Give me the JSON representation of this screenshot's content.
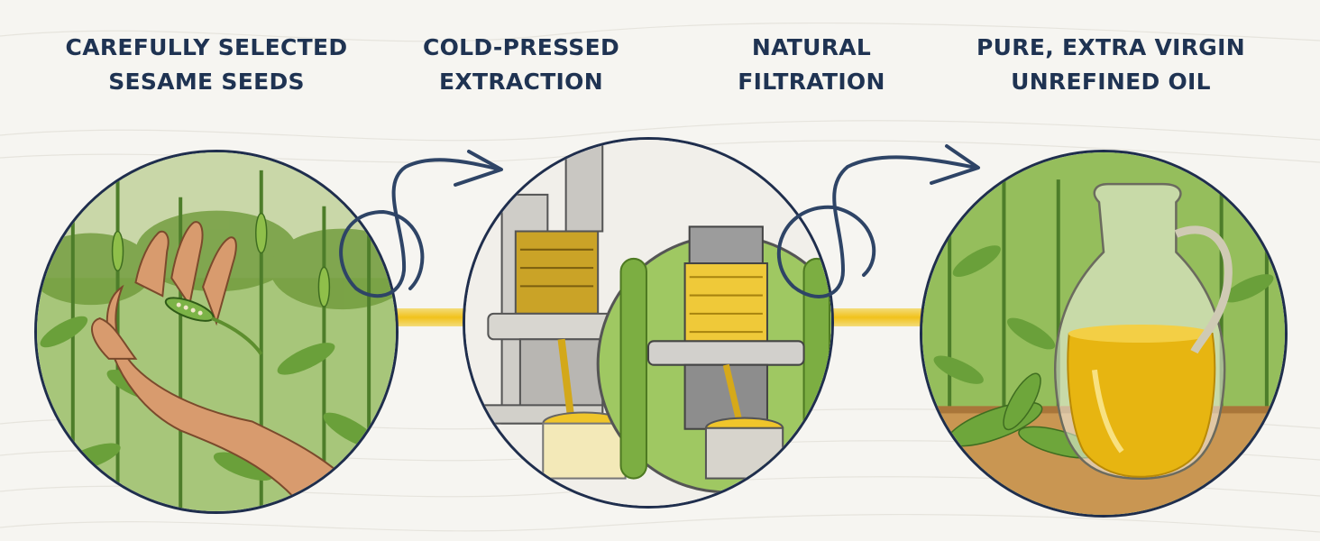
{
  "steps": [
    {
      "line1": "CAREFULLY SELECTED",
      "line2": "SESAME SEEDS",
      "image": "hand-holding-sesame-pod"
    },
    {
      "line1": "COLD-PRESSED",
      "line2": "EXTRACTION",
      "image": "oil-press"
    },
    {
      "line1": "NATURAL",
      "line2": "FILTRATION",
      "image": "filtration-press"
    },
    {
      "line1": "PURE, EXTRA VIRGIN",
      "line2": "UNREFINED OIL",
      "image": "oil-jug"
    }
  ],
  "colors": {
    "text": "#1f3352",
    "circle_border": "#1f2e4d",
    "connector": "#f1c21c",
    "arrow": "#2e4466",
    "background": "#f6f5f1",
    "leaf_green": "#7fae3c",
    "oil_gold": "#e7b511"
  }
}
